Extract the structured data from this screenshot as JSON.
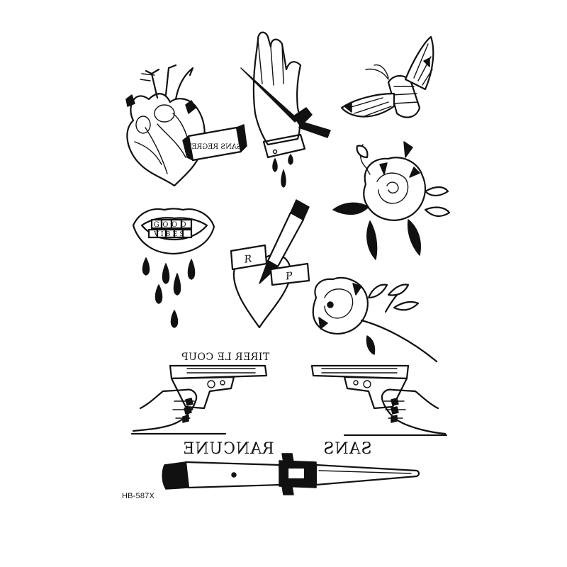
{
  "sheet": {
    "product_code": "HB-587X",
    "background": "#ffffff",
    "ink_color": "#111111"
  },
  "designs": {
    "heart_banner": "SANS REGRET",
    "teeth_top": "GOOD",
    "teeth_bottom": "VIBES",
    "dagger_ribbon_left": "R",
    "dagger_ribbon_right": "P",
    "gun_caption": "TIRER LE COUP",
    "knife_left_word": "RANCUNE",
    "knife_right_word": "SANS"
  }
}
